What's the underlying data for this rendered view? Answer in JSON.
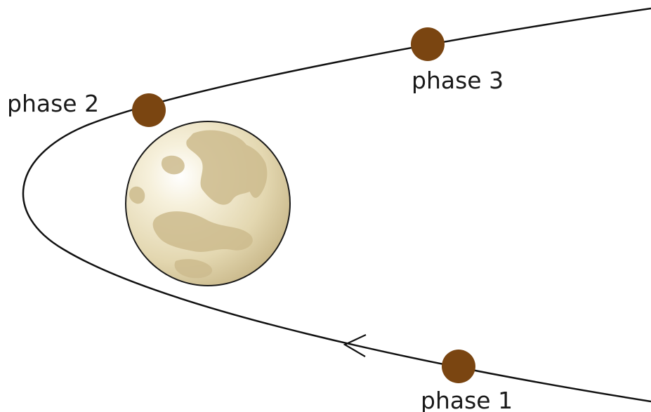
{
  "diagram": {
    "labels": {
      "phase1": "phase 1",
      "phase2": "phase 2",
      "phase3": "phase 3"
    },
    "colors": {
      "trajectory": "#111111",
      "probe": "#7a4511",
      "planet_base": "#eee6c9",
      "planet_light": "#fbf8ec",
      "planet_dark": "#d6c79e",
      "planet_spots": "#c9b88c"
    },
    "icons": {
      "probe": "probe-dot",
      "planet": "planet-sphere",
      "direction": "arrowhead-left"
    }
  }
}
